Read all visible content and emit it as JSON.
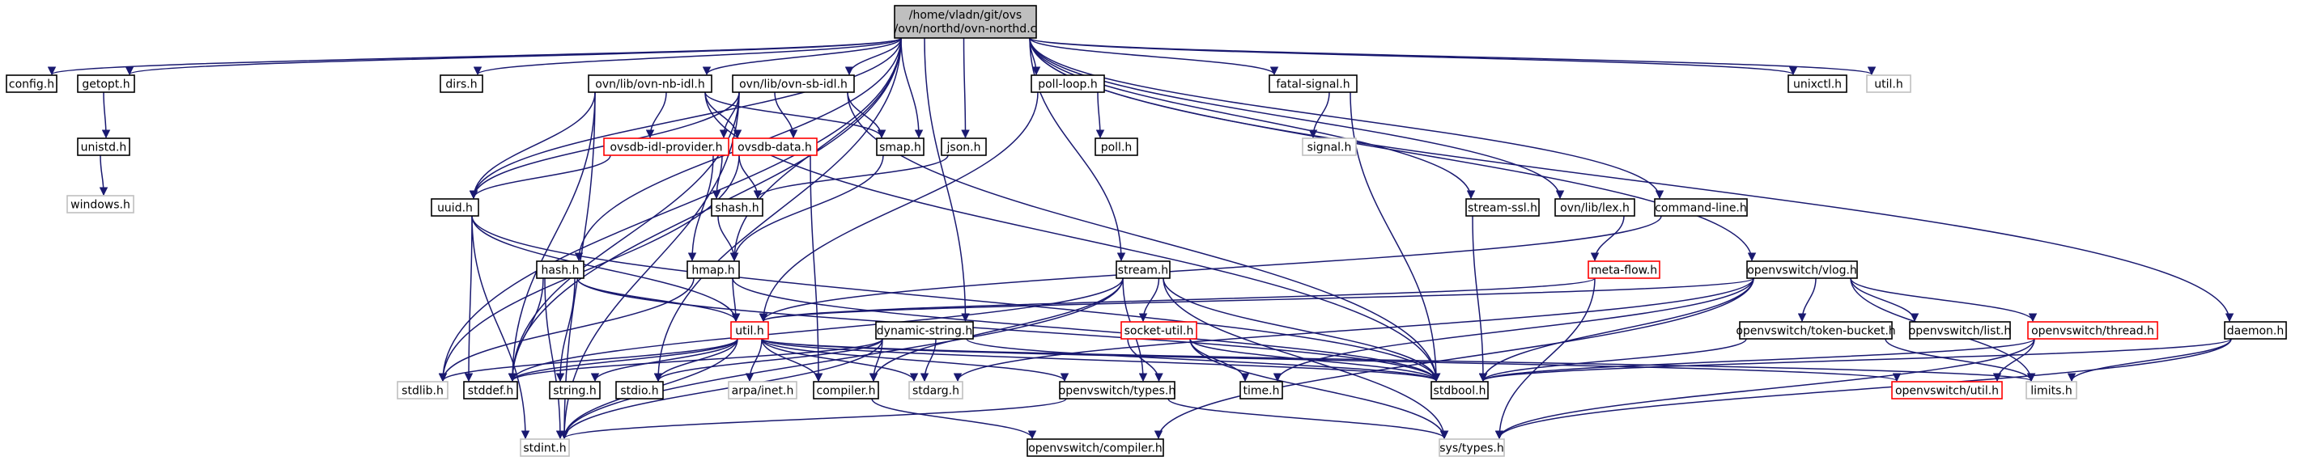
{
  "colors": {
    "edge": "#191970",
    "box_border_default": "#000000",
    "box_border_red": "#ff0000",
    "box_border_grey": "#bfbfbf",
    "grey_label": "#808080",
    "root_fill": "#bfbfbf",
    "box_fill": "#ffffff"
  },
  "root_label_lines": [
    "/home/vladn/git/ovs",
    "/ovn/northd/ovn-northd.c"
  ],
  "nodes": [
    {
      "id": "root",
      "label": "",
      "style": "root"
    },
    {
      "id": "config_h",
      "label": "config.h",
      "style": "default"
    },
    {
      "id": "getopt_h",
      "label": "getopt.h",
      "style": "default"
    },
    {
      "id": "unistd_h",
      "label": "unistd.h",
      "style": "default"
    },
    {
      "id": "windows_h",
      "label": "windows.h",
      "style": "grey"
    },
    {
      "id": "dirs_h",
      "label": "dirs.h",
      "style": "default"
    },
    {
      "id": "nb_idl_h",
      "label": "ovn/lib/ovn-nb-idl.h",
      "style": "default"
    },
    {
      "id": "sb_idl_h",
      "label": "ovn/lib/ovn-sb-idl.h",
      "style": "default"
    },
    {
      "id": "ovsdb_idl_provider_h",
      "label": "ovsdb-idl-provider.h",
      "style": "red"
    },
    {
      "id": "ovsdb_data_h",
      "label": "ovsdb-data.h",
      "style": "red"
    },
    {
      "id": "smap_h",
      "label": "smap.h",
      "style": "default"
    },
    {
      "id": "json_h",
      "label": "json.h",
      "style": "default"
    },
    {
      "id": "poll_loop_h",
      "label": "poll-loop.h",
      "style": "default"
    },
    {
      "id": "poll_h",
      "label": "poll.h",
      "style": "default"
    },
    {
      "id": "fatal_signal_h",
      "label": "fatal-signal.h",
      "style": "default"
    },
    {
      "id": "signal_h",
      "label": "signal.h",
      "style": "grey"
    },
    {
      "id": "unixctl_h",
      "label": "unixctl.h",
      "style": "default"
    },
    {
      "id": "util_h_top",
      "label": "util.h",
      "style": "grey"
    },
    {
      "id": "uuid_h",
      "label": "uuid.h",
      "style": "default"
    },
    {
      "id": "shash_h",
      "label": "shash.h",
      "style": "default"
    },
    {
      "id": "hmap_h",
      "label": "hmap.h",
      "style": "default"
    },
    {
      "id": "hash_h",
      "label": "hash.h",
      "style": "default"
    },
    {
      "id": "stream_h",
      "label": "stream.h",
      "style": "default"
    },
    {
      "id": "stream_ssl_h",
      "label": "stream-ssl.h",
      "style": "default"
    },
    {
      "id": "lex_h",
      "label": "ovn/lib/lex.h",
      "style": "default"
    },
    {
      "id": "meta_flow_h",
      "label": "meta-flow.h",
      "style": "red"
    },
    {
      "id": "command_line_h",
      "label": "command-line.h",
      "style": "default"
    },
    {
      "id": "vlog_h",
      "label": "openvswitch/vlog.h",
      "style": "default"
    },
    {
      "id": "daemon_h",
      "label": "daemon.h",
      "style": "default"
    },
    {
      "id": "util_h",
      "label": "util.h",
      "style": "red"
    },
    {
      "id": "dynamic_string_h",
      "label": "dynamic-string.h",
      "style": "default"
    },
    {
      "id": "socket_util_h",
      "label": "socket-util.h",
      "style": "red"
    },
    {
      "id": "token_bucket_h",
      "label": "openvswitch/token-bucket.h",
      "style": "default"
    },
    {
      "id": "list_h",
      "label": "openvswitch/list.h",
      "style": "default"
    },
    {
      "id": "thread_h",
      "label": "openvswitch/thread.h",
      "style": "red"
    },
    {
      "id": "stdlib_h",
      "label": "stdlib.h",
      "style": "grey"
    },
    {
      "id": "stddef_h",
      "label": "stddef.h",
      "style": "default"
    },
    {
      "id": "string_h",
      "label": "string.h",
      "style": "default"
    },
    {
      "id": "stdio_h",
      "label": "stdio.h",
      "style": "default"
    },
    {
      "id": "arpa_inet_h",
      "label": "arpa/inet.h",
      "style": "grey"
    },
    {
      "id": "compiler_h",
      "label": "compiler.h",
      "style": "default"
    },
    {
      "id": "stdarg_h",
      "label": "stdarg.h",
      "style": "grey"
    },
    {
      "id": "ovs_types_h",
      "label": "openvswitch/types.h",
      "style": "default"
    },
    {
      "id": "time_h",
      "label": "time.h",
      "style": "default"
    },
    {
      "id": "stdbool_h",
      "label": "stdbool.h",
      "style": "default"
    },
    {
      "id": "ovs_util_h",
      "label": "openvswitch/util.h",
      "style": "red"
    },
    {
      "id": "limits_h",
      "label": "limits.h",
      "style": "grey"
    },
    {
      "id": "stdint_h",
      "label": "stdint.h",
      "style": "grey"
    },
    {
      "id": "ovs_compiler_h",
      "label": "openvswitch/compiler.h",
      "style": "default"
    },
    {
      "id": "sys_types_h",
      "label": "sys/types.h",
      "style": "grey"
    }
  ],
  "edges": [
    [
      "root",
      "config_h"
    ],
    [
      "root",
      "getopt_h"
    ],
    [
      "root",
      "dirs_h"
    ],
    [
      "root",
      "nb_idl_h"
    ],
    [
      "root",
      "sb_idl_h"
    ],
    [
      "root",
      "smap_h"
    ],
    [
      "root",
      "json_h"
    ],
    [
      "root",
      "poll_loop_h"
    ],
    [
      "root",
      "fatal_signal_h"
    ],
    [
      "root",
      "unixctl_h"
    ],
    [
      "root",
      "util_h_top"
    ],
    [
      "root",
      "uuid_h"
    ],
    [
      "root",
      "hmap_h"
    ],
    [
      "root",
      "hash_h"
    ],
    [
      "root",
      "stream_h"
    ],
    [
      "root",
      "stream_ssl_h"
    ],
    [
      "root",
      "lex_h"
    ],
    [
      "root",
      "command_line_h"
    ],
    [
      "root",
      "vlog_h"
    ],
    [
      "root",
      "daemon_h"
    ],
    [
      "root",
      "dynamic_string_h"
    ],
    [
      "root",
      "stdlib_h"
    ],
    [
      "root",
      "stdio_h"
    ],
    [
      "root",
      "stddef_h"
    ],
    [
      "getopt_h",
      "unistd_h"
    ],
    [
      "unistd_h",
      "windows_h"
    ],
    [
      "nb_idl_h",
      "ovsdb_idl_provider_h"
    ],
    [
      "nb_idl_h",
      "ovsdb_data_h"
    ],
    [
      "nb_idl_h",
      "smap_h"
    ],
    [
      "nb_idl_h",
      "uuid_h"
    ],
    [
      "nb_idl_h",
      "stdint_h"
    ],
    [
      "nb_idl_h",
      "stddef_h"
    ],
    [
      "nb_idl_h",
      "stdbool_h"
    ],
    [
      "sb_idl_h",
      "ovsdb_idl_provider_h"
    ],
    [
      "sb_idl_h",
      "ovsdb_data_h"
    ],
    [
      "sb_idl_h",
      "smap_h"
    ],
    [
      "sb_idl_h",
      "uuid_h"
    ],
    [
      "sb_idl_h",
      "stdint_h"
    ],
    [
      "sb_idl_h",
      "stddef_h"
    ],
    [
      "sb_idl_h",
      "stdbool_h"
    ],
    [
      "ovsdb_idl_provider_h",
      "uuid_h"
    ],
    [
      "ovsdb_idl_provider_h",
      "shash_h"
    ],
    [
      "ovsdb_idl_provider_h",
      "hmap_h"
    ],
    [
      "ovsdb_data_h",
      "shash_h"
    ],
    [
      "ovsdb_data_h",
      "compiler_h"
    ],
    [
      "ovsdb_data_h",
      "stdlib_h"
    ],
    [
      "smap_h",
      "hmap_h"
    ],
    [
      "json_h",
      "shash_h"
    ],
    [
      "shash_h",
      "hmap_h"
    ],
    [
      "poll_loop_h",
      "poll_h"
    ],
    [
      "poll_loop_h",
      "util_h"
    ],
    [
      "fatal_signal_h",
      "signal_h"
    ],
    [
      "fatal_signal_h",
      "stdbool_h"
    ],
    [
      "uuid_h",
      "util_h"
    ],
    [
      "uuid_h",
      "stddef_h"
    ],
    [
      "uuid_h",
      "stdint_h"
    ],
    [
      "uuid_h",
      "stdbool_h"
    ],
    [
      "hmap_h",
      "util_h"
    ],
    [
      "hmap_h",
      "stdlib_h"
    ],
    [
      "hmap_h",
      "stdbool_h"
    ],
    [
      "hash_h",
      "util_h"
    ],
    [
      "hash_h",
      "stddef_h"
    ],
    [
      "hash_h",
      "string_h"
    ],
    [
      "hash_h",
      "stdint_h"
    ],
    [
      "hash_h",
      "stdbool_h"
    ],
    [
      "stream_h",
      "socket_util_h"
    ],
    [
      "stream_h",
      "ovs_types_h"
    ],
    [
      "stream_h",
      "sys_types_h"
    ],
    [
      "stream_h",
      "stdint_h"
    ],
    [
      "stream_h",
      "stdbool_h"
    ],
    [
      "stream_h",
      "stddef_h"
    ],
    [
      "stream_h",
      "compiler_h"
    ],
    [
      "stream_ssl_h",
      "stdbool_h"
    ],
    [
      "lex_h",
      "meta_flow_h"
    ],
    [
      "meta_flow_h",
      "util_h"
    ],
    [
      "meta_flow_h",
      "sys_types_h"
    ],
    [
      "command_line_h",
      "util_h"
    ],
    [
      "vlog_h",
      "token_bucket_h"
    ],
    [
      "vlog_h",
      "list_h"
    ],
    [
      "vlog_h",
      "thread_h"
    ],
    [
      "vlog_h",
      "stdarg_h"
    ],
    [
      "vlog_h",
      "stdbool_h"
    ],
    [
      "vlog_h",
      "time_h"
    ],
    [
      "vlog_h",
      "ovs_compiler_h"
    ],
    [
      "vlog_h",
      "limits_h"
    ],
    [
      "vlog_h",
      "util_h"
    ],
    [
      "daemon_h",
      "stdbool_h"
    ],
    [
      "daemon_h",
      "sys_types_h"
    ],
    [
      "daemon_h",
      "limits_h"
    ],
    [
      "util_h",
      "stdlib_h"
    ],
    [
      "util_h",
      "stddef_h"
    ],
    [
      "util_h",
      "string_h"
    ],
    [
      "util_h",
      "stdio_h"
    ],
    [
      "util_h",
      "arpa_inet_h"
    ],
    [
      "util_h",
      "compiler_h"
    ],
    [
      "util_h",
      "stdarg_h"
    ],
    [
      "util_h",
      "ovs_types_h"
    ],
    [
      "util_h",
      "stdbool_h"
    ],
    [
      "util_h",
      "stdint_h"
    ],
    [
      "util_h",
      "limits_h"
    ],
    [
      "util_h",
      "ovs_util_h"
    ],
    [
      "dynamic_string_h",
      "compiler_h"
    ],
    [
      "dynamic_string_h",
      "stdarg_h"
    ],
    [
      "dynamic_string_h",
      "stdio_h"
    ],
    [
      "dynamic_string_h",
      "stddef_h"
    ],
    [
      "dynamic_string_h",
      "stdint_h"
    ],
    [
      "dynamic_string_h",
      "stdbool_h"
    ],
    [
      "socket_util_h",
      "ovs_types_h"
    ],
    [
      "socket_util_h",
      "time_h"
    ],
    [
      "socket_util_h",
      "stdbool_h"
    ],
    [
      "socket_util_h",
      "sys_types_h"
    ],
    [
      "token_bucket_h",
      "limits_h"
    ],
    [
      "token_bucket_h",
      "stdbool_h"
    ],
    [
      "thread_h",
      "ovs_util_h"
    ],
    [
      "thread_h",
      "stdbool_h"
    ],
    [
      "thread_h",
      "sys_types_h"
    ],
    [
      "compiler_h",
      "ovs_compiler_h"
    ],
    [
      "ovs_types_h",
      "stdint_h"
    ],
    [
      "ovs_types_h",
      "sys_types_h"
    ]
  ]
}
